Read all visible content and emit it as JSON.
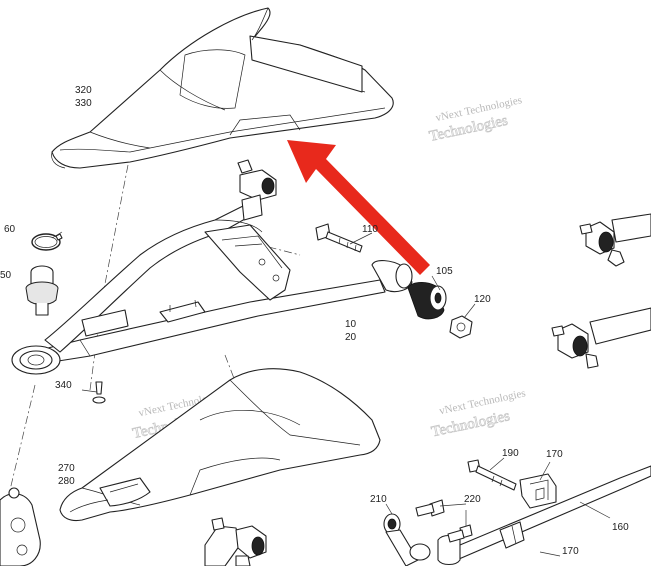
{
  "labels": {
    "p320": "320",
    "p330": "330",
    "p60": "60",
    "p50": "50",
    "p340": "340",
    "p10": "10",
    "p20": "20",
    "p110": "110",
    "p105": "105",
    "p120": "120",
    "p270": "270",
    "p280": "280",
    "p190": "190",
    "p170a": "170",
    "p160": "160",
    "p210": "210",
    "p220": "220",
    "p170b": "170"
  },
  "watermark": {
    "line1": "vNext Technologies",
    "line2": "Technologies"
  },
  "colors": {
    "arrow": "#e8291c",
    "ink": "#222222",
    "watermark": "#c0c0c0"
  },
  "icons": {
    "arrow": "red-pointer-arrow"
  }
}
